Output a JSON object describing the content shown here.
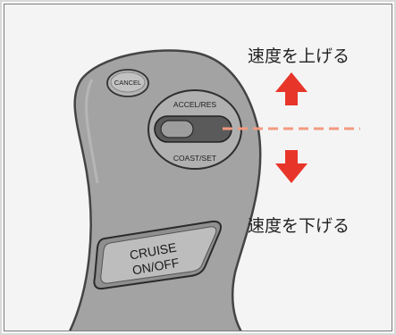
{
  "labels": {
    "speed_up": "速度を上げる",
    "speed_down": "速度を下げる"
  },
  "lever": {
    "cancel": "CANCEL",
    "accel_res": "ACCEL/RES",
    "coast_set": "COAST/SET",
    "cruise_line1": "CRUISE",
    "cruise_line2": "ON/OFF"
  },
  "icons": {
    "up": "arrow-up-icon",
    "down": "arrow-down-icon"
  },
  "colors": {
    "arrow": "#e8352a",
    "lever": "#a3a3a3",
    "dashed_line": "#f39a80"
  }
}
